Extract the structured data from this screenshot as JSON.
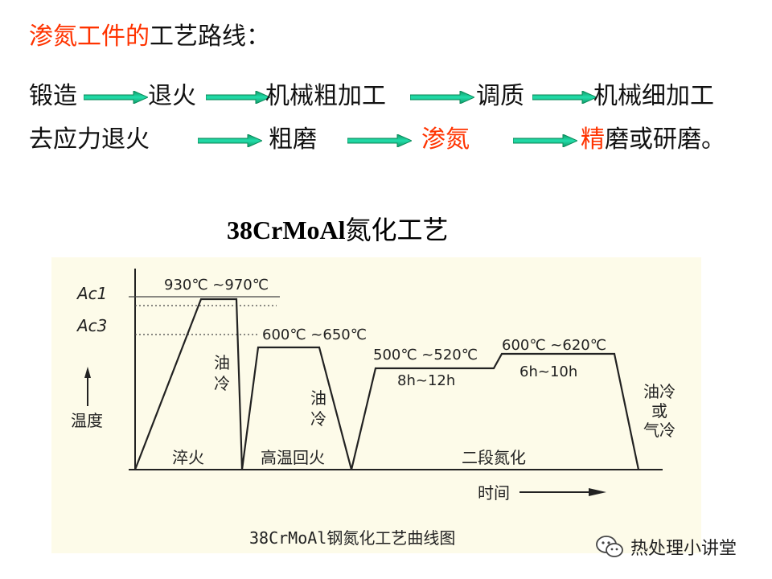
{
  "heading": {
    "red_part": "渗氮工件的",
    "black_part": "工艺路线："
  },
  "route": {
    "row1": [
      "锻造",
      "退火",
      "机械粗加工",
      "调质",
      "机械细加工"
    ],
    "row2_a": "去应力退火",
    "row2_b": "粗磨",
    "row2_c": "渗氮",
    "row2_d_red": "精",
    "row2_d_rest": "磨或研磨。"
  },
  "subtitle": {
    "grade": "38CrMoAl",
    "text": "氮化工艺"
  },
  "diagram": {
    "ac1": "Ac1",
    "ac3": "Ac3",
    "temp_quench": "930℃ ~970℃",
    "temp_temper": "600℃ ~650℃",
    "temp_stage1": "500℃ ~520℃",
    "time_stage1": "8h~12h",
    "temp_stage2": "600℃ ~620℃",
    "time_stage2": "6h~10h",
    "cool_oil_1a": "油",
    "cool_oil_1b": "冷",
    "cool_oil_2a": "油",
    "cool_oil_2b": "冷",
    "final_cool": [
      "油冷",
      "或",
      "气冷"
    ],
    "ylabel": "温度",
    "xlabel": "时间",
    "stage_quench": "淬火",
    "stage_temper": "高温回火",
    "stage_nitride": "二段氮化",
    "caption": "38CrMoAl钢氮化工艺曲线图"
  },
  "watermark": {
    "text": "热处理小讲堂",
    "icon": "wechat-icon"
  },
  "colors": {
    "accent_red": "#ff3300",
    "arrow_green": "#11cc99",
    "panel_bg": "#fdfbe9"
  }
}
